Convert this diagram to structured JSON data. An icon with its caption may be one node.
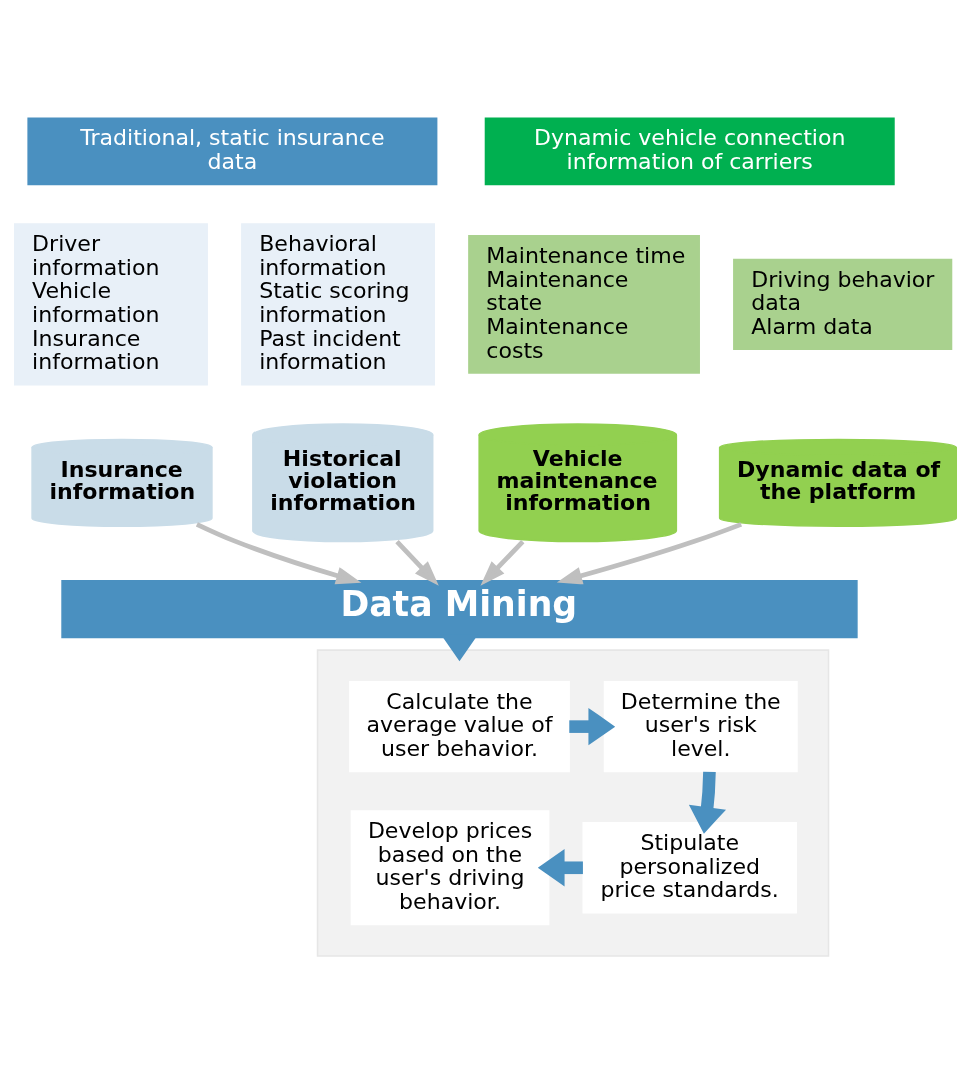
{
  "diagram": {
    "nodes": [
      {
        "text": [
          "Traditional, static insurance data"
        ]
      },
      {
        "text": [
          "Dynamic vehicle connection information of carriers"
        ]
      },
      {
        "text": [
          "Driver information",
          "Vehicle information",
          "Insurance information"
        ]
      },
      {
        "text": [
          "Behavioral information",
          "Static scoring information",
          "Past incident information"
        ]
      },
      {
        "text": [
          "Maintenance time",
          "Maintenance state",
          "Maintenance costs"
        ]
      },
      {
        "text": [
          "Driving behavior data",
          "Alarm data"
        ]
      },
      {
        "text": [
          "Insurance information"
        ]
      },
      {
        "text": [
          "Historical violation information"
        ]
      },
      {
        "text": [
          "Vehicle maintenance information"
        ]
      },
      {
        "text": [
          "Dynamic data of the platform"
        ]
      },
      {
        "text": [
          "Data Mining"
        ]
      },
      {
        "text": [],
        "shape": "box"
      },
      {
        "text": [
          "Calculate the average value of user behavior."
        ],
        "in": 11
      },
      {
        "text": [
          "Determine the user's risk level."
        ],
        "in": 11
      },
      {
        "text": [
          "Stipulate personalized price standards."
        ],
        "in": 11
      },
      {
        "text": [
          "Develop prices based on the user's driving behavior."
        ],
        "in": 11
      }
    ],
    "edges": [
      {
        "from": 6,
        "to": 10,
        "arrow": "to"
      },
      {
        "from": 7,
        "to": 10,
        "arrow": "to"
      },
      {
        "from": 8,
        "to": 10,
        "arrow": "to"
      },
      {
        "from": 9,
        "to": 10,
        "arrow": "to"
      },
      {
        "from": 10,
        "to": 11,
        "arrow": "to",
        "style": "thick",
        "color": "#4a90c0"
      },
      {
        "from": 12,
        "to": 13,
        "arrow": "to",
        "style": "thick",
        "color": "#4a90c0"
      },
      {
        "from": 13,
        "to": 14,
        "arrow": "to",
        "style": "thick",
        "color": "#4a90c0"
      },
      {
        "from": 14,
        "to": 15,
        "arrow": "to",
        "style": "thick",
        "color": "#4a90c0"
      }
    ]
  }
}
